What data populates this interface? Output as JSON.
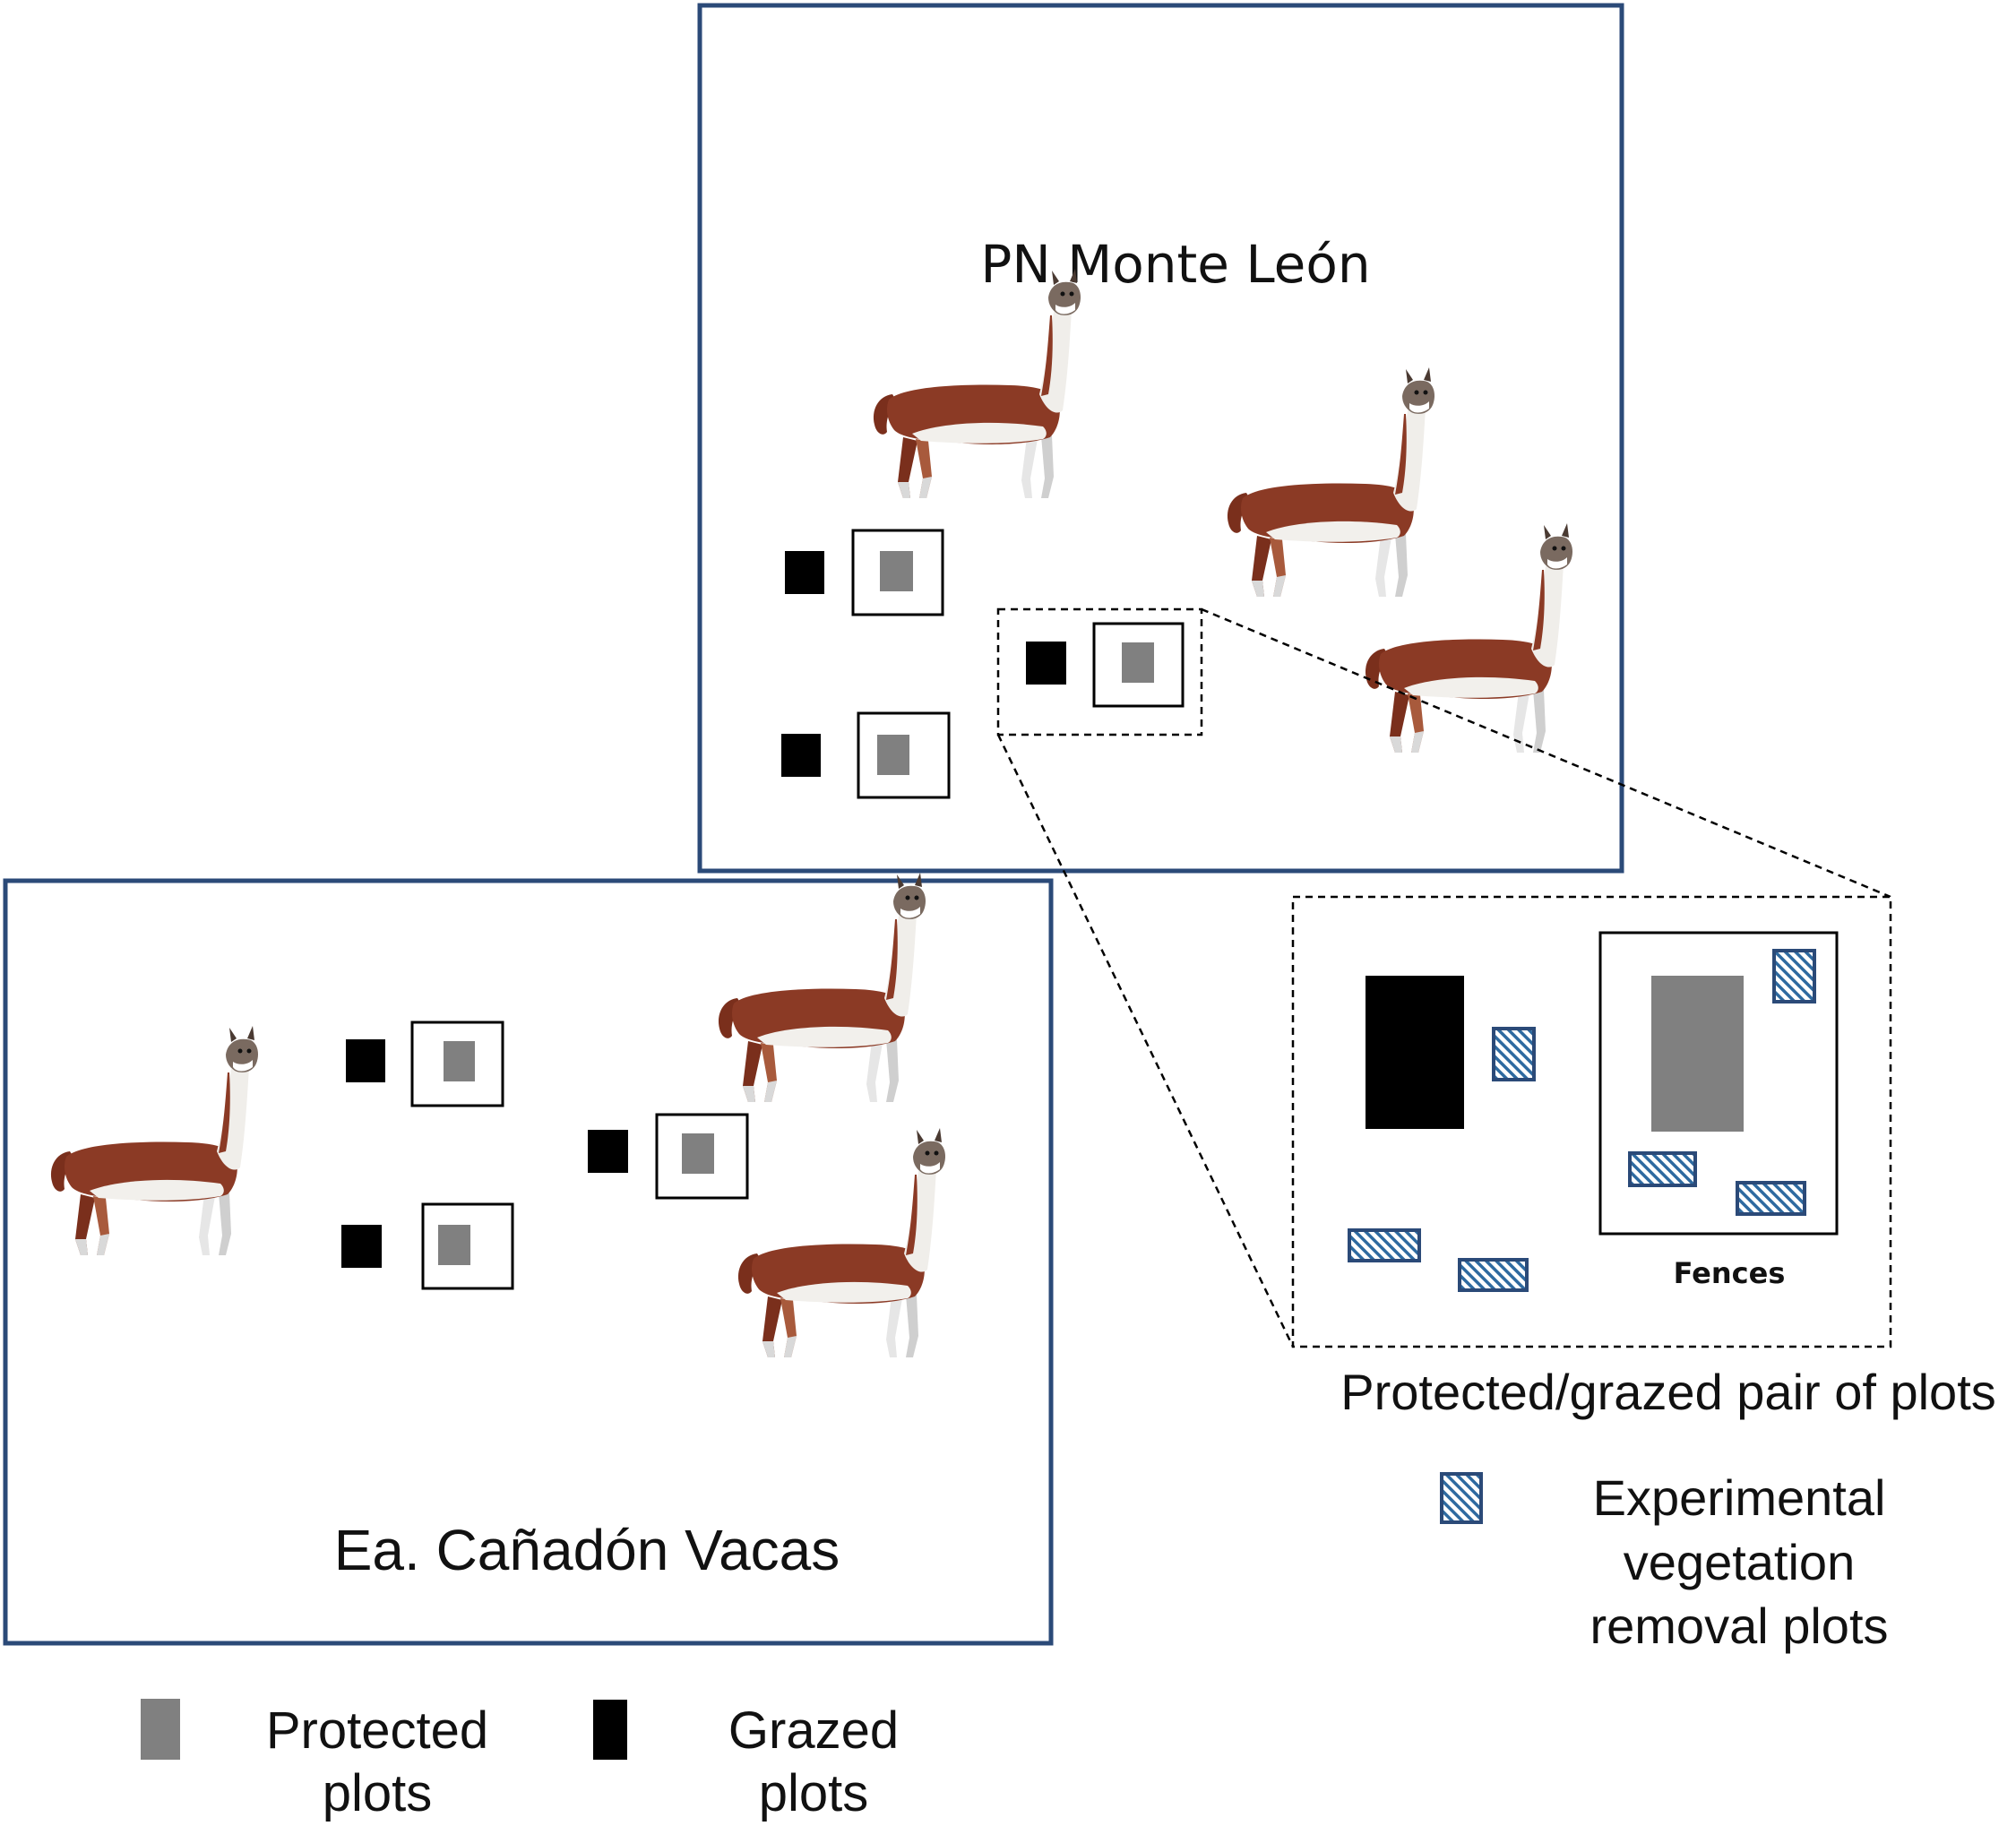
{
  "sites": {
    "monte_leon": {
      "label": "PN Monte León"
    },
    "canadon_vacas": {
      "label": "Ea. Cañadón Vacas"
    }
  },
  "inset": {
    "fences_label": "Fences",
    "caption": "Protected/grazed pair of plots"
  },
  "legend": {
    "removal": {
      "line1": "Experimental",
      "line2": "vegetation",
      "line3": "removal plots"
    },
    "protected": {
      "line1": "Protected",
      "line2": "plots"
    },
    "grazed": {
      "line1": "Grazed",
      "line2": "plots"
    }
  },
  "colors": {
    "site_border": "#2b4a78",
    "grazed": "#000000",
    "protected": "#808080",
    "removal": "#2e6aa0",
    "guanaco_body": "#8b3a25",
    "guanaco_belly": "#f2f0ec"
  },
  "icons": {
    "animal": "guanaco-icon",
    "removal_plot": "hatched-square-icon"
  }
}
